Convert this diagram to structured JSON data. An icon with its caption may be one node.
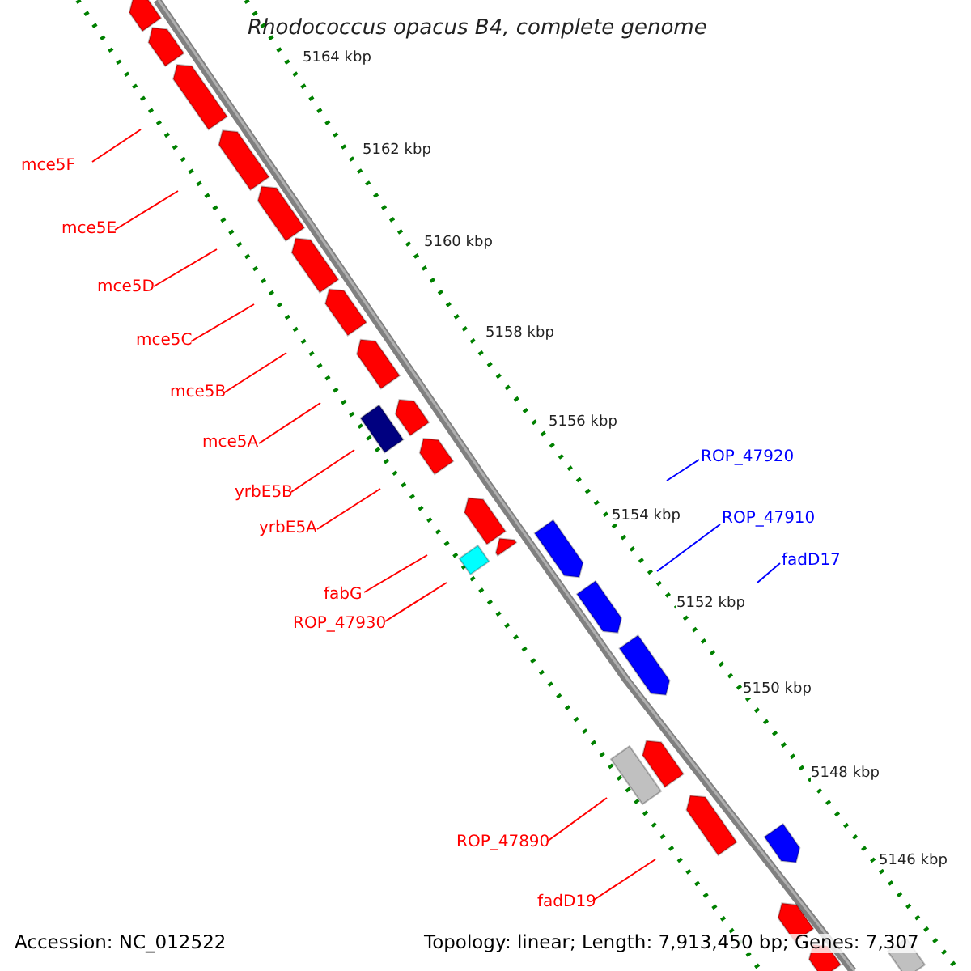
{
  "diagram": {
    "title": "Rhodococcus opacus B4, complete genome",
    "nodes": [
      {
        "text": [
          "mce5F"
        ]
      },
      {
        "text": [
          "mce5E"
        ]
      },
      {
        "text": [
          "mce5D"
        ]
      },
      {
        "text": [
          "mce5C"
        ]
      },
      {
        "text": [
          "mce5B"
        ]
      },
      {
        "text": [
          "mce5A"
        ]
      },
      {
        "text": [
          "yrbE5B"
        ]
      },
      {
        "text": [
          "yrbE5A"
        ]
      },
      {
        "text": [
          "fabG"
        ]
      },
      {
        "text": [
          "ROP_47930"
        ]
      },
      {
        "text": [
          "ROP_47920"
        ]
      },
      {
        "text": [
          "ROP_47910"
        ]
      },
      {
        "text": [
          "fadD17"
        ]
      },
      {
        "text": [
          "ROP_47890"
        ]
      },
      {
        "text": [
          "fadD19"
        ]
      }
    ],
    "edges": [
      {
        "from": 0,
        "to": null,
        "arrow": "none",
        "color": "#ff0000"
      },
      {
        "from": 1,
        "to": null,
        "arrow": "none",
        "color": "#ff0000"
      },
      {
        "from": 2,
        "to": null,
        "arrow": "none",
        "color": "#ff0000"
      },
      {
        "from": 3,
        "to": null,
        "arrow": "none",
        "color": "#ff0000"
      },
      {
        "from": 4,
        "to": null,
        "arrow": "none",
        "color": "#ff0000"
      },
      {
        "from": 5,
        "to": null,
        "arrow": "none",
        "color": "#ff0000"
      },
      {
        "from": 6,
        "to": null,
        "arrow": "none",
        "color": "#ff0000"
      },
      {
        "from": 7,
        "to": null,
        "arrow": "none",
        "color": "#ff0000"
      },
      {
        "from": 8,
        "to": null,
        "arrow": "none",
        "color": "#ff0000"
      },
      {
        "from": 9,
        "to": null,
        "arrow": "none",
        "color": "#ff0000"
      },
      {
        "from": 10,
        "to": null,
        "arrow": "none",
        "color": "#0000ff"
      },
      {
        "from": 11,
        "to": null,
        "arrow": "none",
        "color": "#0000ff"
      },
      {
        "from": 12,
        "to": null,
        "arrow": "none",
        "color": "#0000ff"
      },
      {
        "from": 13,
        "to": null,
        "arrow": "none",
        "color": "#ff0000"
      },
      {
        "from": 14,
        "to": null,
        "arrow": "none",
        "color": "#ff0000"
      }
    ],
    "labels": [
      "5164 kbp",
      "5162 kbp",
      "5160 kbp",
      "5158 kbp",
      "5156 kbp",
      "5154 kbp",
      "5152 kbp",
      "5150 kbp",
      "5148 kbp",
      "5146 kbp",
      "Accession: NC_012522",
      "Topology: linear; Length: 7,913,450 bp; Genes: 7,307"
    ]
  }
}
